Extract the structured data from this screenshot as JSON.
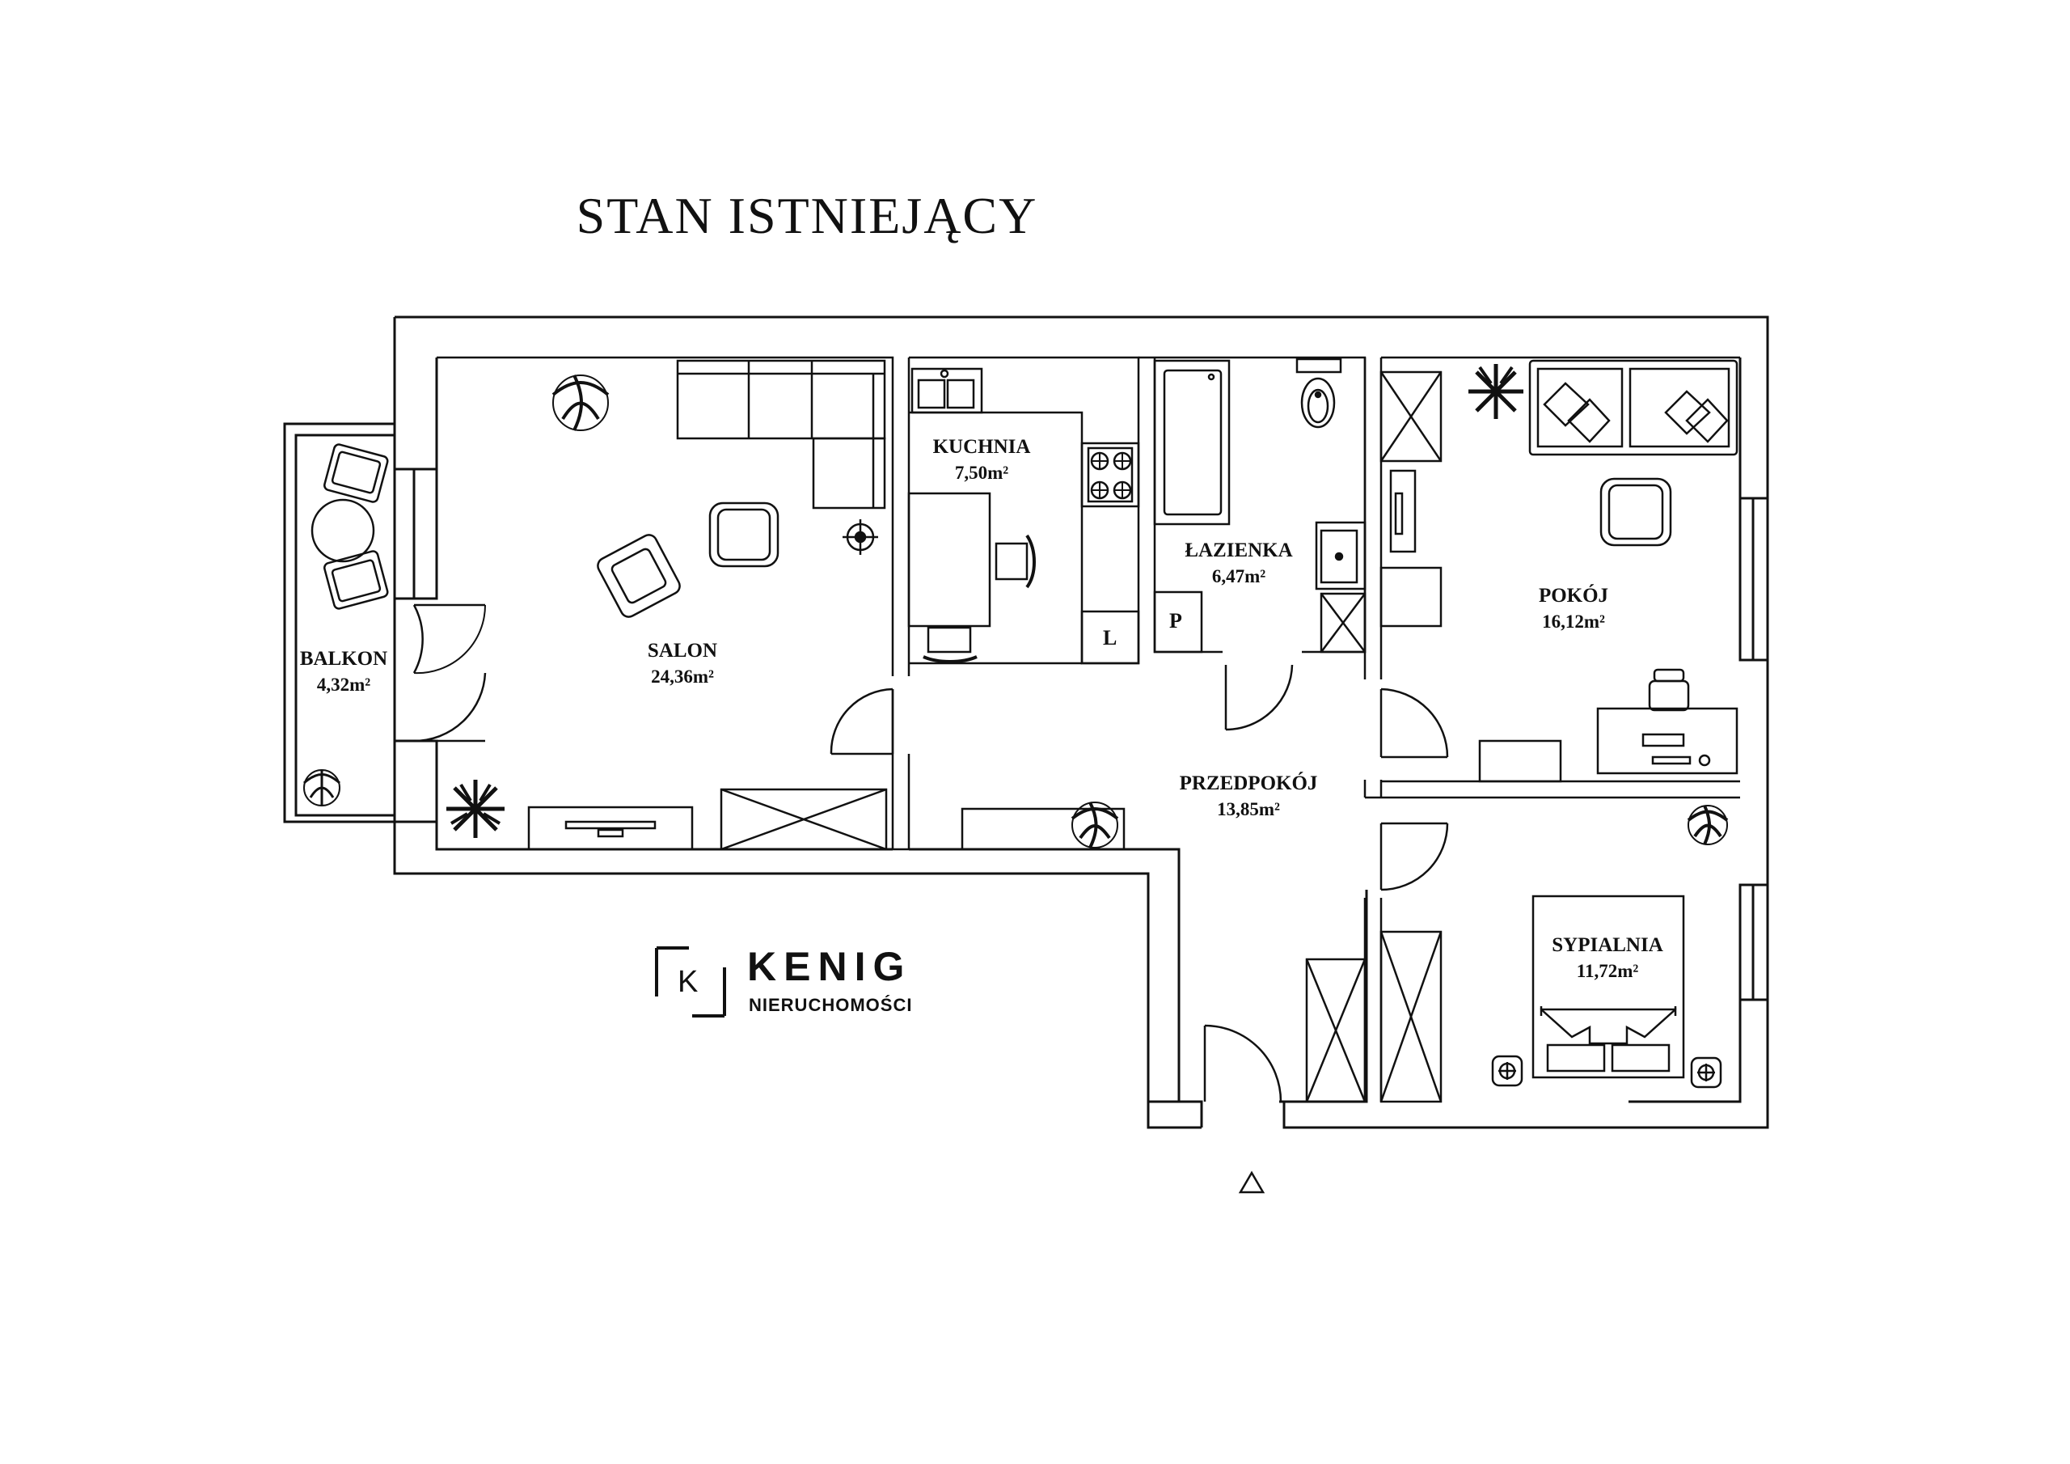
{
  "title": "STAN ISTNIEJĄCY",
  "rooms": {
    "balkon": {
      "name": "BALKON",
      "area": "4,32m²"
    },
    "salon": {
      "name": "SALON",
      "area": "24,36m²"
    },
    "kuchnia": {
      "name": "KUCHNIA",
      "area": "7,50m²"
    },
    "lazienka": {
      "name": "ŁAZIENKA",
      "area": "6,47m²"
    },
    "pokoj": {
      "name": "POKÓJ",
      "area": "16,12m²"
    },
    "przedpokoj": {
      "name": "PRZEDPOKÓJ",
      "area": "13,85m²"
    },
    "sypialnia": {
      "name": "SYPIALNIA",
      "area": "11,72m²"
    }
  },
  "fixture_labels": {
    "lodowka": "L",
    "piec": "P"
  },
  "brand": {
    "mark": "K",
    "name": "KENIG",
    "sub": "NIERUCHOMOŚCI"
  },
  "icons": [
    "plant-icon",
    "entrance-arrow-icon",
    "stove-icon",
    "sink-icon",
    "toilet-icon",
    "bathtub-icon",
    "bed-icon",
    "sofa-icon",
    "armchair-icon",
    "table-icon",
    "chair-icon",
    "wardrobe-icon",
    "tv-icon",
    "socket-icon",
    "lamp-icon"
  ]
}
